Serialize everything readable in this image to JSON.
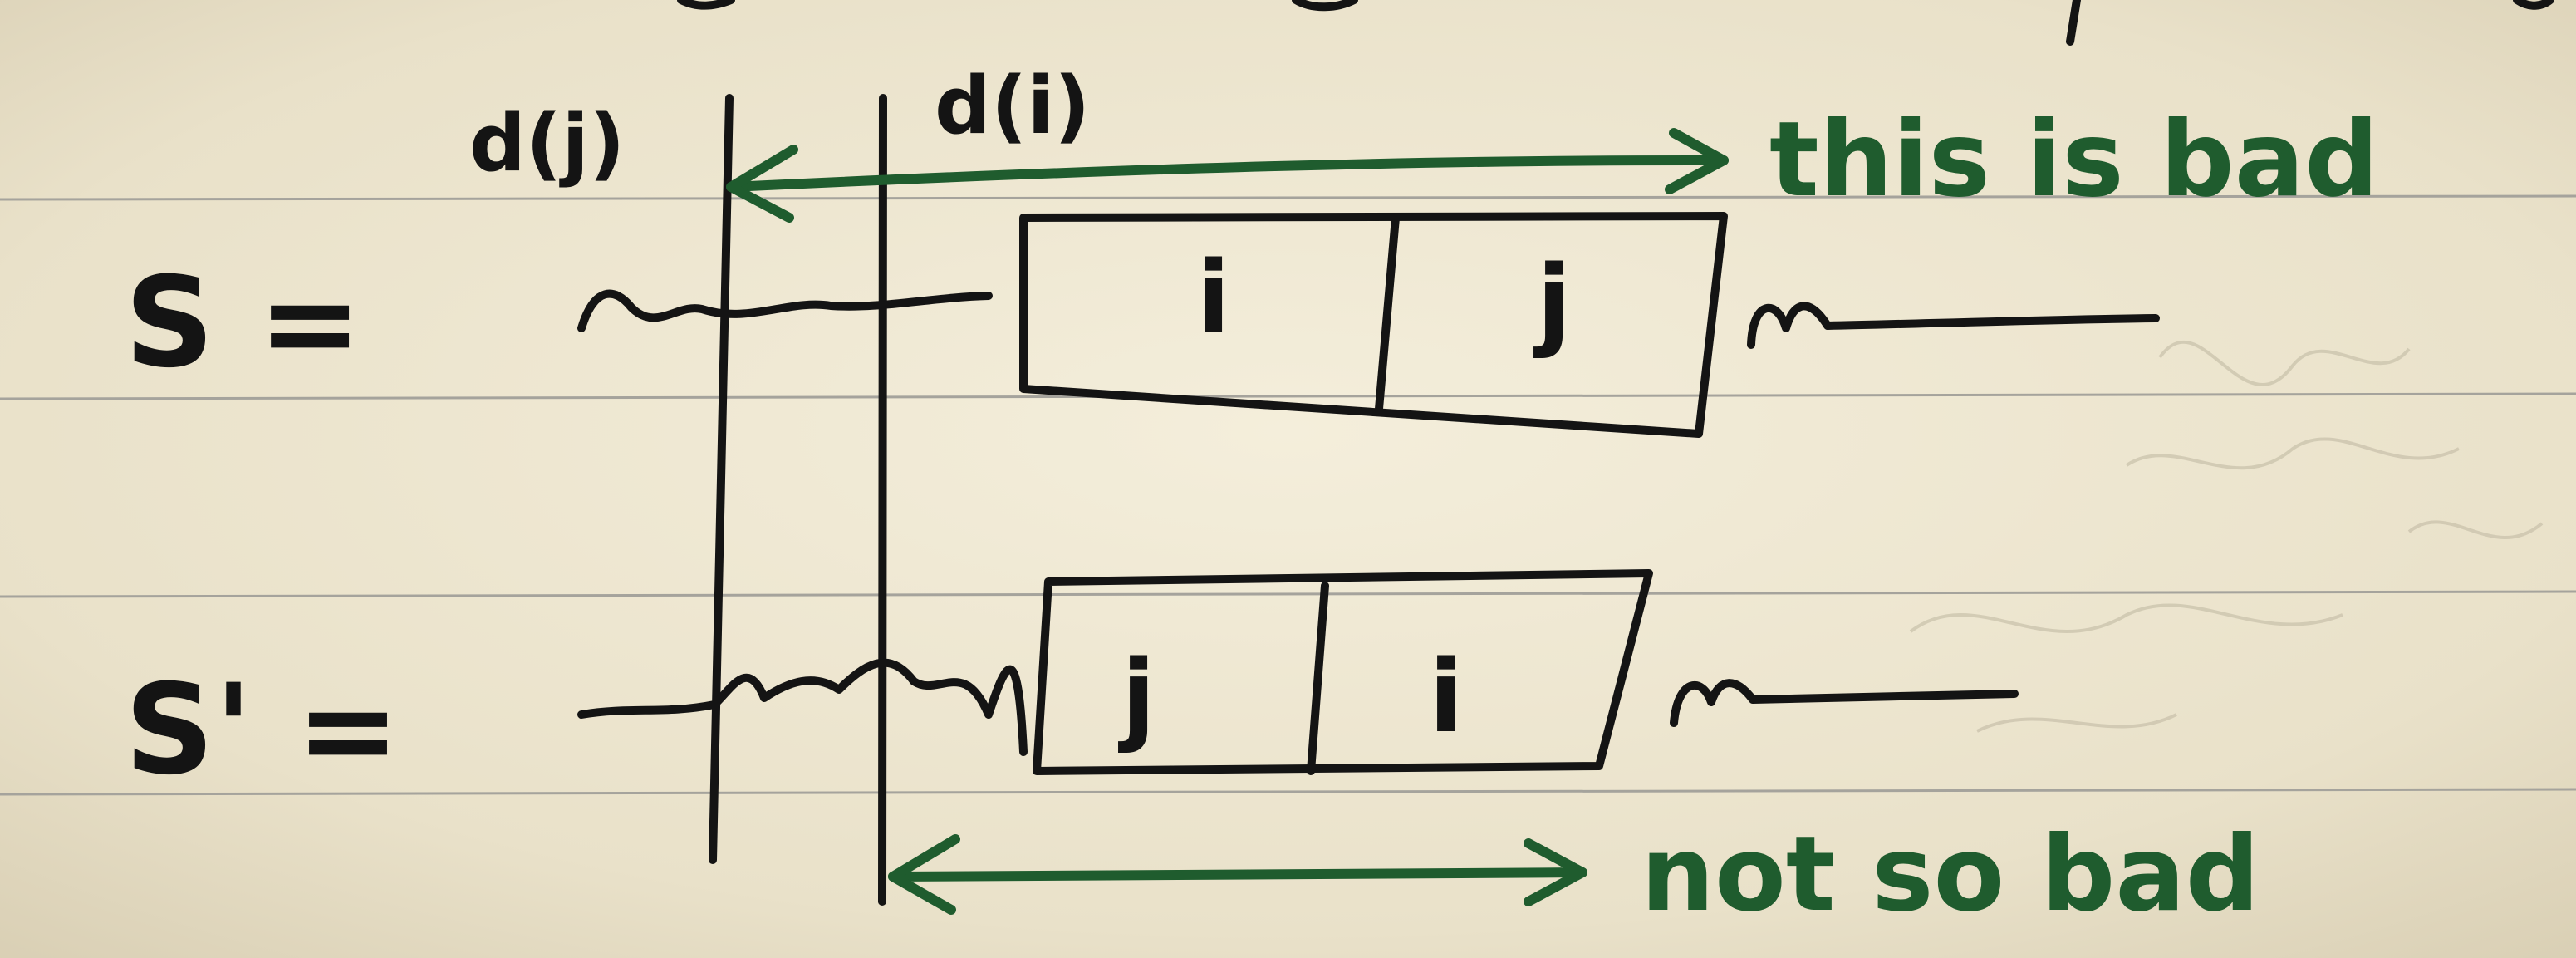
{
  "colors": {
    "paper": "#efe8d2",
    "rule": "#9f9f9b",
    "ink": "#141414",
    "green_ink": "#1f5c2e"
  },
  "labels": {
    "dj": "d(j)",
    "di": "d(i)",
    "s": "S =",
    "s_prime": "S' =",
    "s_box_left": "i",
    "s_box_right": "j",
    "sp_box_left": "j",
    "sp_box_right": "i",
    "top_note": "this is bad",
    "bottom_note": "not so bad"
  }
}
